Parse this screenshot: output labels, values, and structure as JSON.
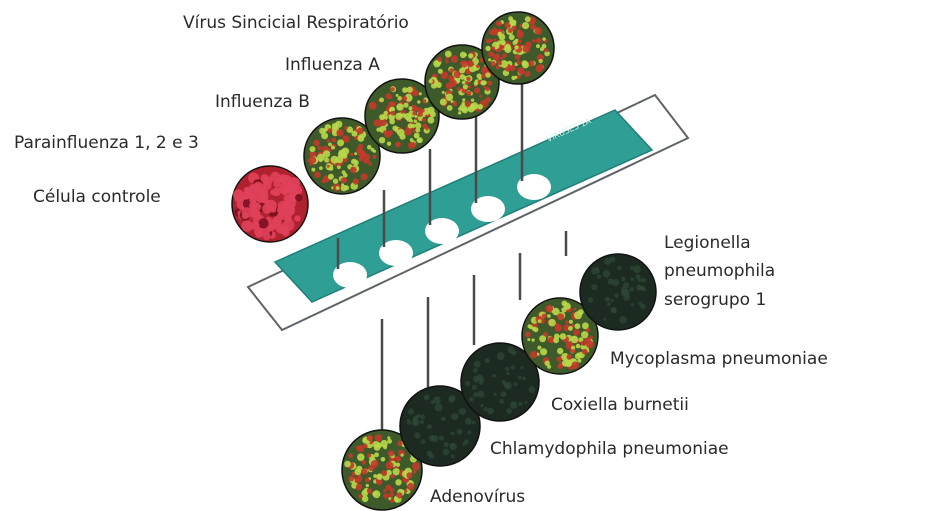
{
  "slide_label": "VIRUSES 1A",
  "colors": {
    "slide_border": "#5f6468",
    "slide_panel": "#2f9e94",
    "slide_panel_stroke": "#1f7f78",
    "leader_line": "#4a4a4a",
    "positive_base": "#3f5a2a",
    "positive_speckle_green": "#b8d84a",
    "positive_speckle_red": "#c23a2a",
    "control_base": "#b0212f",
    "control_cell": "#e0415a",
    "negative_base": "#1c2a22",
    "negative_dot": "#2d4636"
  },
  "top_samples": [
    {
      "label": "Célula controle",
      "pattern": "control"
    },
    {
      "label": "Parainfluenza 1, 2 e 3",
      "pattern": "positive"
    },
    {
      "label": "Influenza B",
      "pattern": "positive"
    },
    {
      "label": "Influenza A",
      "pattern": "positive"
    },
    {
      "label": "Vírus Sincicial Respiratório",
      "pattern": "positive-red"
    }
  ],
  "bottom_samples": [
    {
      "label": "Adenovírus",
      "pattern": "positive"
    },
    {
      "label": "Chlamydophila pneumoniae",
      "pattern": "negative"
    },
    {
      "label": "Coxiella burnetii",
      "pattern": "negative"
    },
    {
      "label": "Mycoplasma pneumoniae",
      "pattern": "positive"
    },
    {
      "label_lines": [
        "Legionella",
        "pneumophila",
        "serogrupo 1"
      ],
      "pattern": "negative"
    }
  ]
}
